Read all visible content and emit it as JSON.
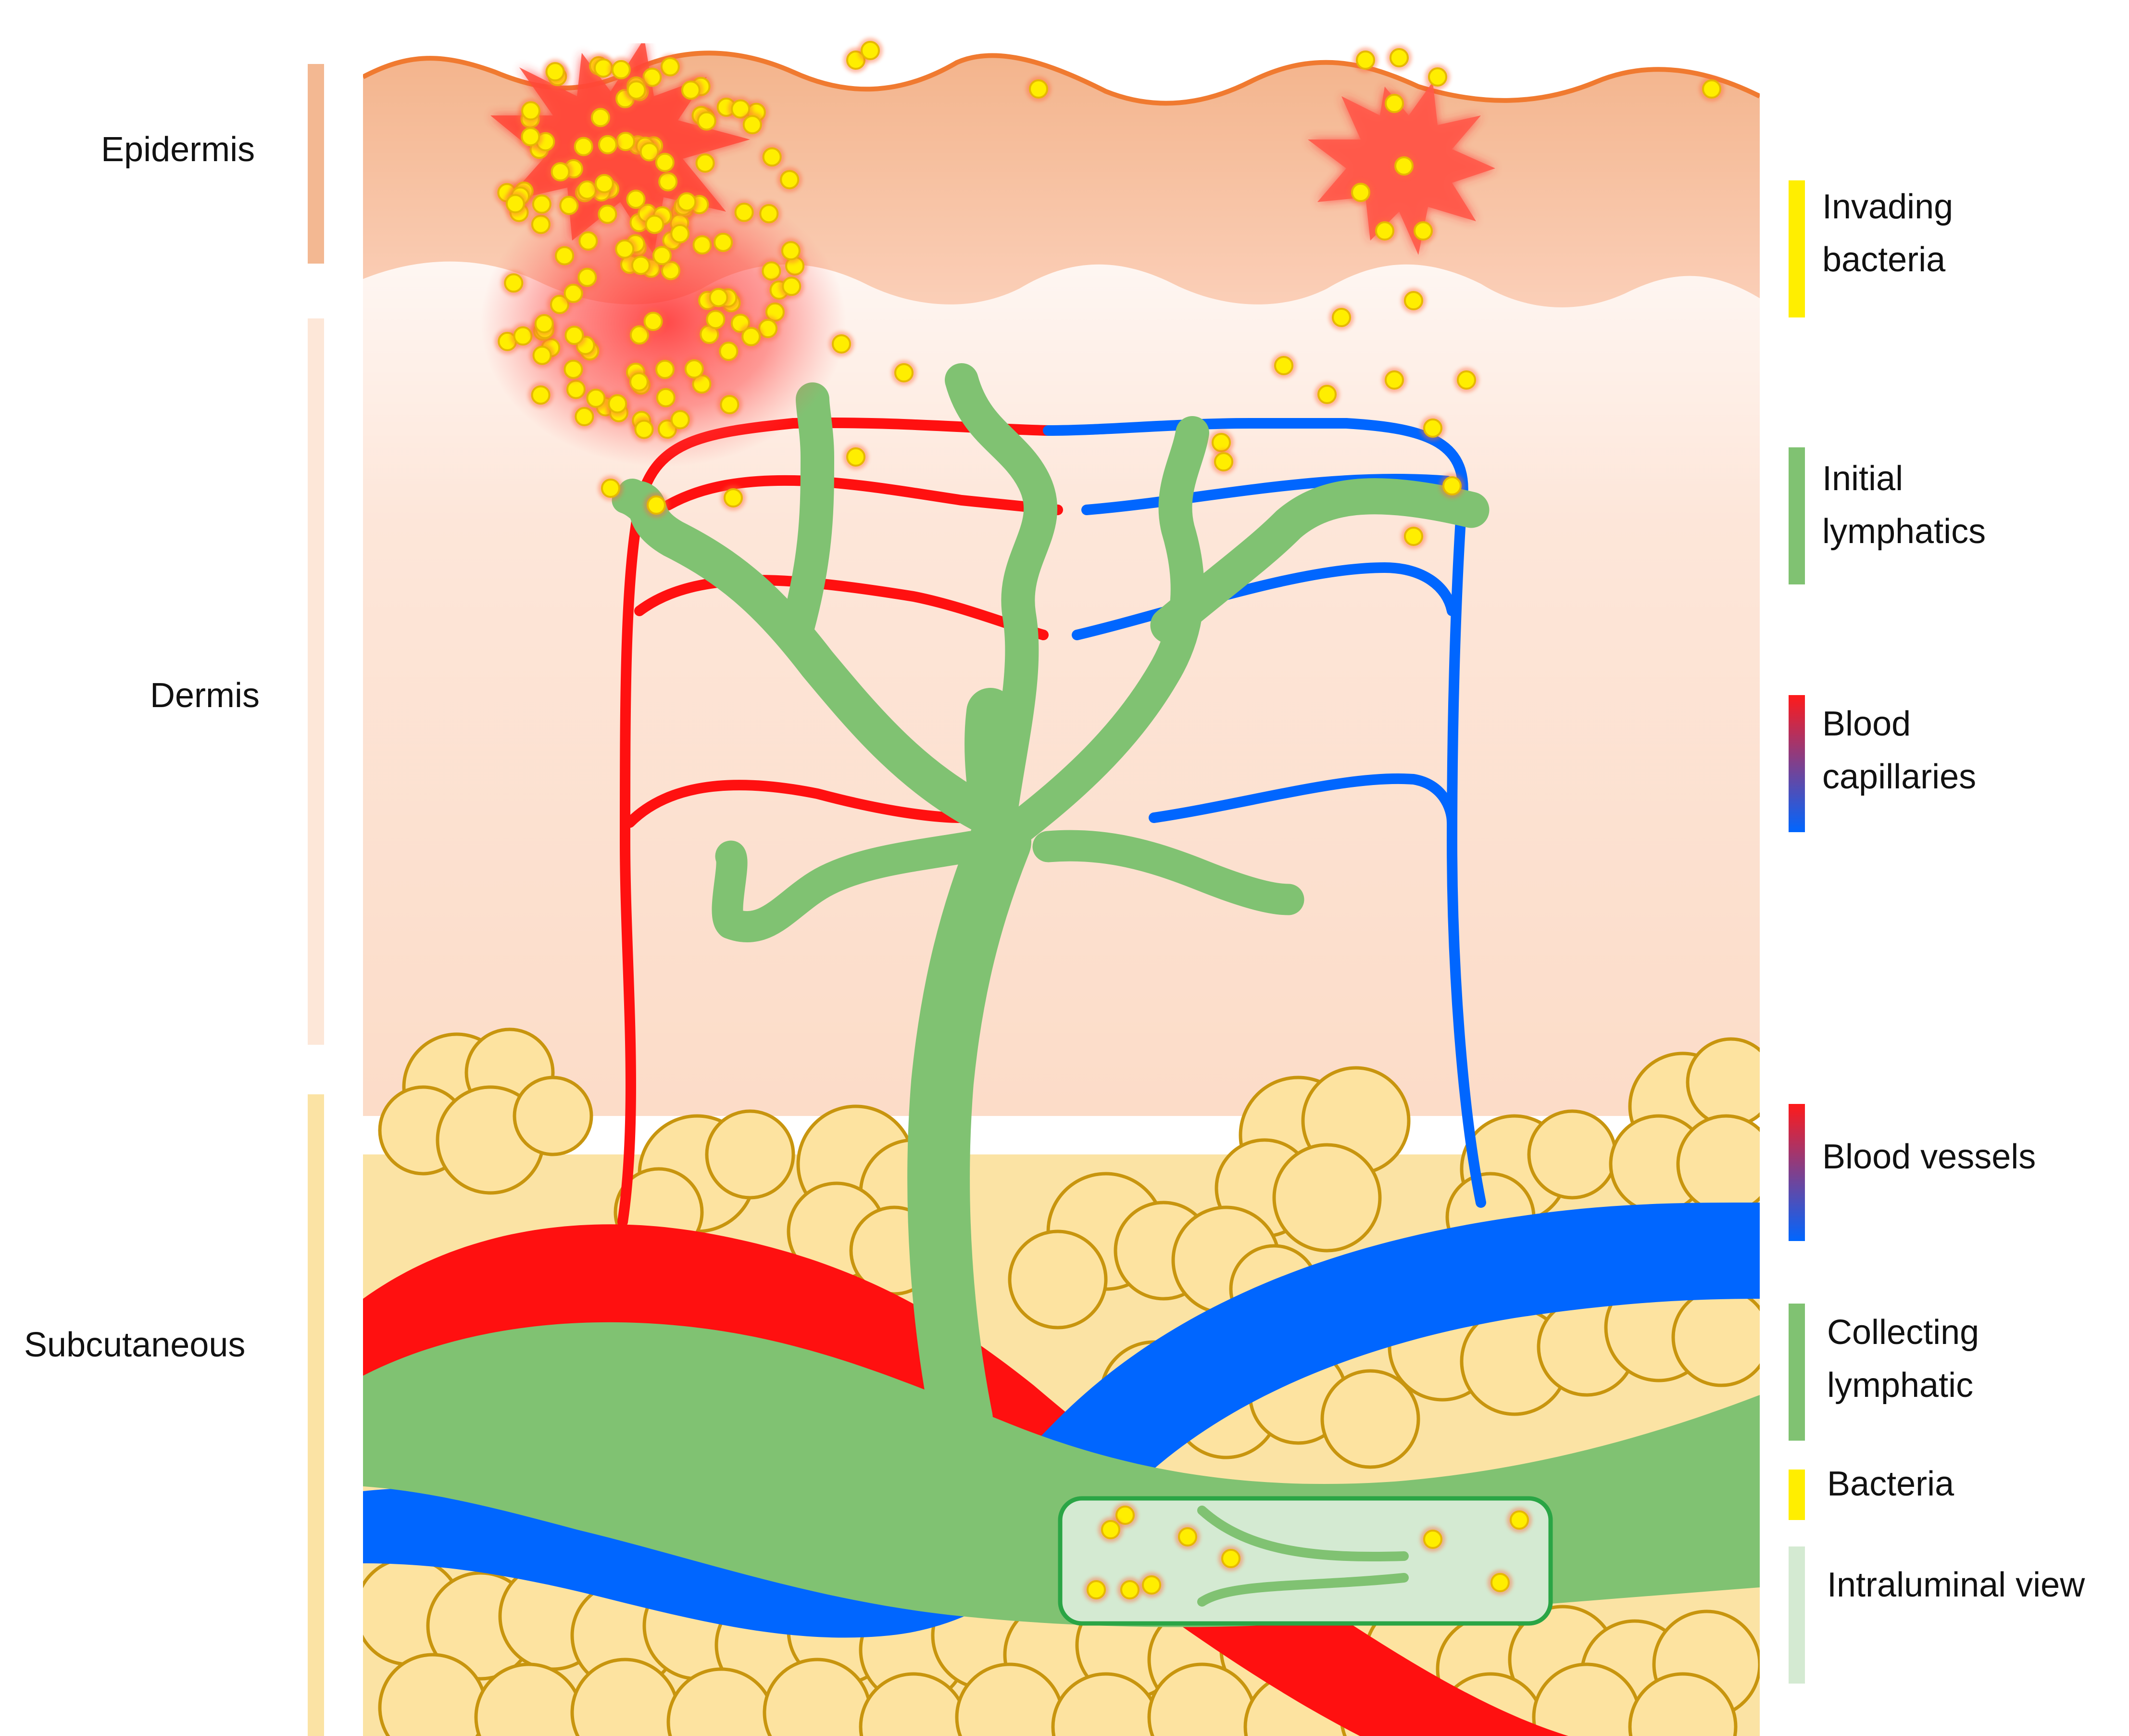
{
  "layers": {
    "epidermis": {
      "label": "Epidermis",
      "color": "#f3b892"
    },
    "dermis": {
      "label": "Dermis",
      "color": "#fde7d8"
    },
    "subcutaneous": {
      "label": "Subcutaneous",
      "color": "#fbe3a4"
    }
  },
  "legend": [
    {
      "key": "invading-bacteria",
      "label": "Invading\nbacteria",
      "color": "#ffee00"
    },
    {
      "key": "initial-lymphatics",
      "label": "Initial\nlymphatics",
      "color": "#80c272"
    },
    {
      "key": "blood-capillaries",
      "label": "Blood\ncapillaries",
      "gradient": [
        "#ff1a1a",
        "#0066ff"
      ]
    },
    {
      "key": "blood-vessels",
      "label": "Blood vessels",
      "gradient": [
        "#ff1a1a",
        "#0066ff"
      ]
    },
    {
      "key": "collecting-lymphatic",
      "label": "Collecting\nlymphatic",
      "color": "#80c272"
    },
    {
      "key": "bacteria",
      "label": "Bacteria",
      "color": "#ffee00"
    },
    {
      "key": "intraluminal-view",
      "label": "Intraluminal view",
      "color": "#d4ead2"
    }
  ],
  "colors": {
    "artery": "#ff1010",
    "vein": "#0066ff",
    "lymph": "#80c272",
    "bacteria": "#ffee00",
    "bacteria_outline": "#e6b800",
    "fat_fill": "#fde3a0",
    "fat_outline": "#c8950e",
    "inflammation": "#ff3030",
    "skin_surface_line": "#f07a30"
  }
}
